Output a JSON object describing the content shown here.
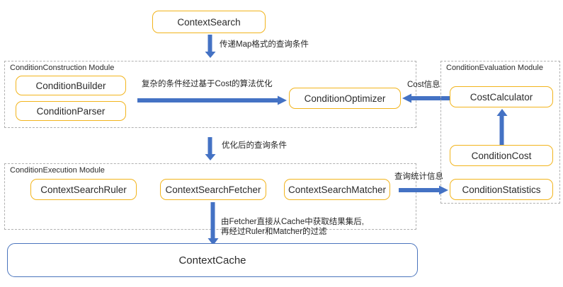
{
  "diagram": {
    "title": "ContextSearch Architecture",
    "colors": {
      "node_border": "#f2b41c",
      "cache_border": "#4a74bd",
      "arrow": "#4472c4",
      "module_border": "#b0b0b0",
      "background": "#ffffff",
      "text": "#2b2b2b"
    },
    "entry_node": {
      "label": "ContextSearch"
    },
    "modules": [
      {
        "id": "construction",
        "label": "ConditionConstruction Module"
      },
      {
        "id": "evaluation",
        "label": "ConditionEvaluation Module"
      },
      {
        "id": "execution",
        "label": "ConditionExecution Module"
      }
    ],
    "nodes": [
      {
        "id": "condition-builder",
        "label": "ConditionBuilder"
      },
      {
        "id": "condition-parser",
        "label": "ConditionParser"
      },
      {
        "id": "condition-optimizer",
        "label": "ConditionOptimizer"
      },
      {
        "id": "cost-calculator",
        "label": "CostCalculator"
      },
      {
        "id": "condition-cost",
        "label": "ConditionCost"
      },
      {
        "id": "condition-statistics",
        "label": "ConditionStatistics"
      },
      {
        "id": "context-search-ruler",
        "label": "ContextSearchRuler"
      },
      {
        "id": "context-search-fetcher",
        "label": "ContextSearchFetcher"
      },
      {
        "id": "context-search-matcher",
        "label": "ContextSearchMatcher"
      },
      {
        "id": "context-cache",
        "label": "ContextCache"
      }
    ],
    "edges": [
      {
        "id": "search-to-construction",
        "label": "传递Map格式的查询条件",
        "direction": "down",
        "from": "ContextSearch",
        "to": "ConditionConstruction Module"
      },
      {
        "id": "construction-to-optimizer",
        "label": "复杂的条件经过基于Cost的算法优化",
        "direction": "right",
        "from": "ConditionConstruction Module",
        "to": "ConditionOptimizer"
      },
      {
        "id": "costcalculator-to-optimizer",
        "label": "Cost信息",
        "direction": "left",
        "from": "CostCalculator",
        "to": "ConditionOptimizer"
      },
      {
        "id": "conditioncost-to-costcalculator",
        "label": "",
        "direction": "up",
        "from": "ConditionCost",
        "to": "CostCalculator"
      },
      {
        "id": "optimizer-to-execution",
        "label": "优化后的查询条件",
        "direction": "down",
        "from": "ConditionOptimizer",
        "to": "ConditionExecution Module"
      },
      {
        "id": "matcher-to-statistics",
        "label": "查询统计信息",
        "direction": "right",
        "from": "ContextSearchMatcher",
        "to": "ConditionStatistics"
      },
      {
        "id": "fetcher-to-cache",
        "label": "由Fetcher直接从Cache中获取结果集后,\n再经过Ruler和Matcher的过滤",
        "direction": "down",
        "from": "ContextSearchFetcher",
        "to": "ContextCache"
      }
    ]
  }
}
